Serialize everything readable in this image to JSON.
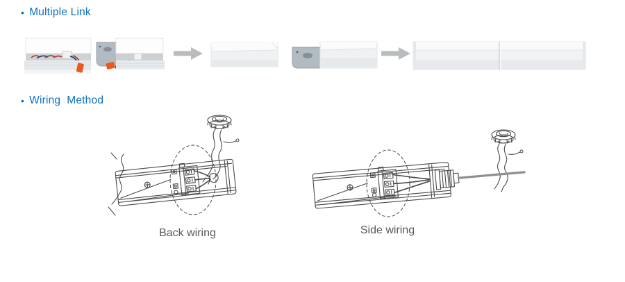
{
  "headings": {
    "multiple_link": {
      "bullet": "•",
      "label": "Multiple Link"
    },
    "wiring_method": {
      "bullet": "•",
      "label": "Wiring  Method"
    }
  },
  "multiple_link": {
    "photos": [
      "open-fixture-ends-with-push-connectors",
      "closed-fixture-body",
      "fixture-with-joining-bracket",
      "two-fixtures-linked-in-line"
    ],
    "arrow_icon": "arrow-right"
  },
  "wiring_method": {
    "diagrams": [
      {
        "name": "back-wiring",
        "caption": "Back wiring"
      },
      {
        "name": "side-wiring",
        "caption": "Side wiring"
      }
    ]
  },
  "colors": {
    "heading_blue": "#0c71c3",
    "caption_gray": "#57585a",
    "arrow_gray": "#b9bcbe",
    "connector_orange": "#ea5a1e",
    "sketch_ink": "#4a4a4d",
    "metal_gray": "#b3bbc2"
  }
}
